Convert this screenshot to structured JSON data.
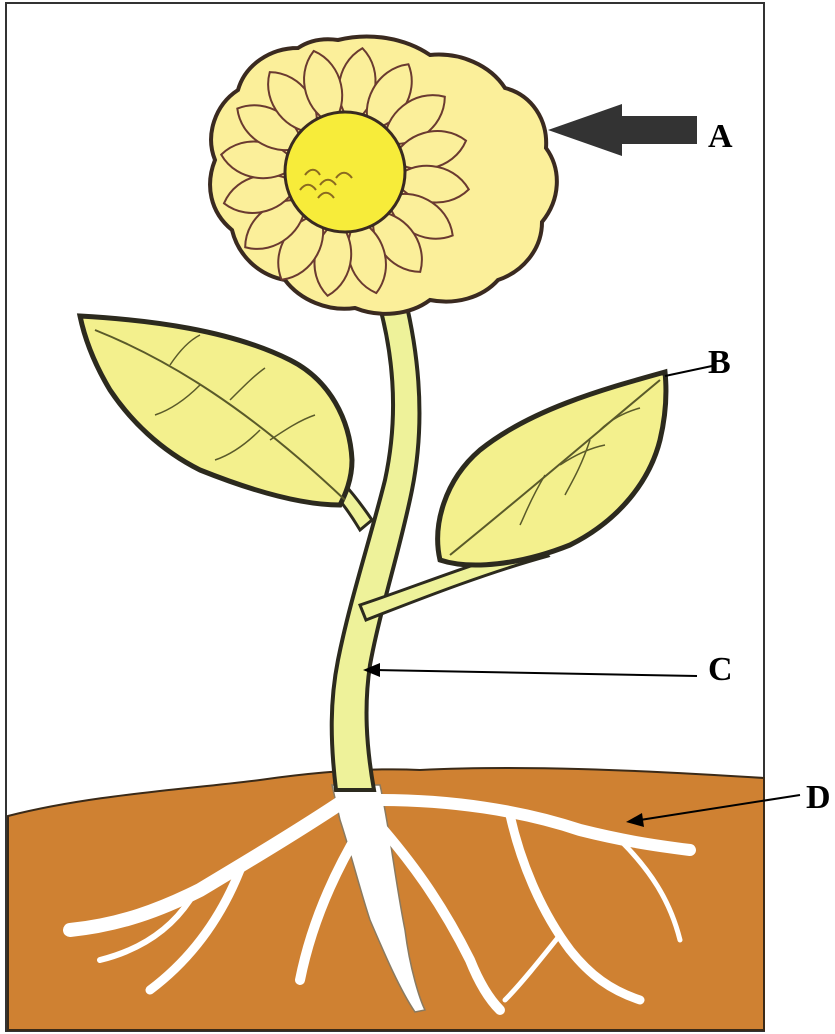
{
  "labels": {
    "a": "A",
    "b": "B",
    "c": "C",
    "d": "D"
  },
  "colors": {
    "petal": "#fbef9a",
    "center": "#f7ec3a",
    "leaf": "#f3f08d",
    "stem": "#eef29a",
    "soil": "#cf8132",
    "root": "#ffffff",
    "outline": "#2c2a1e"
  }
}
